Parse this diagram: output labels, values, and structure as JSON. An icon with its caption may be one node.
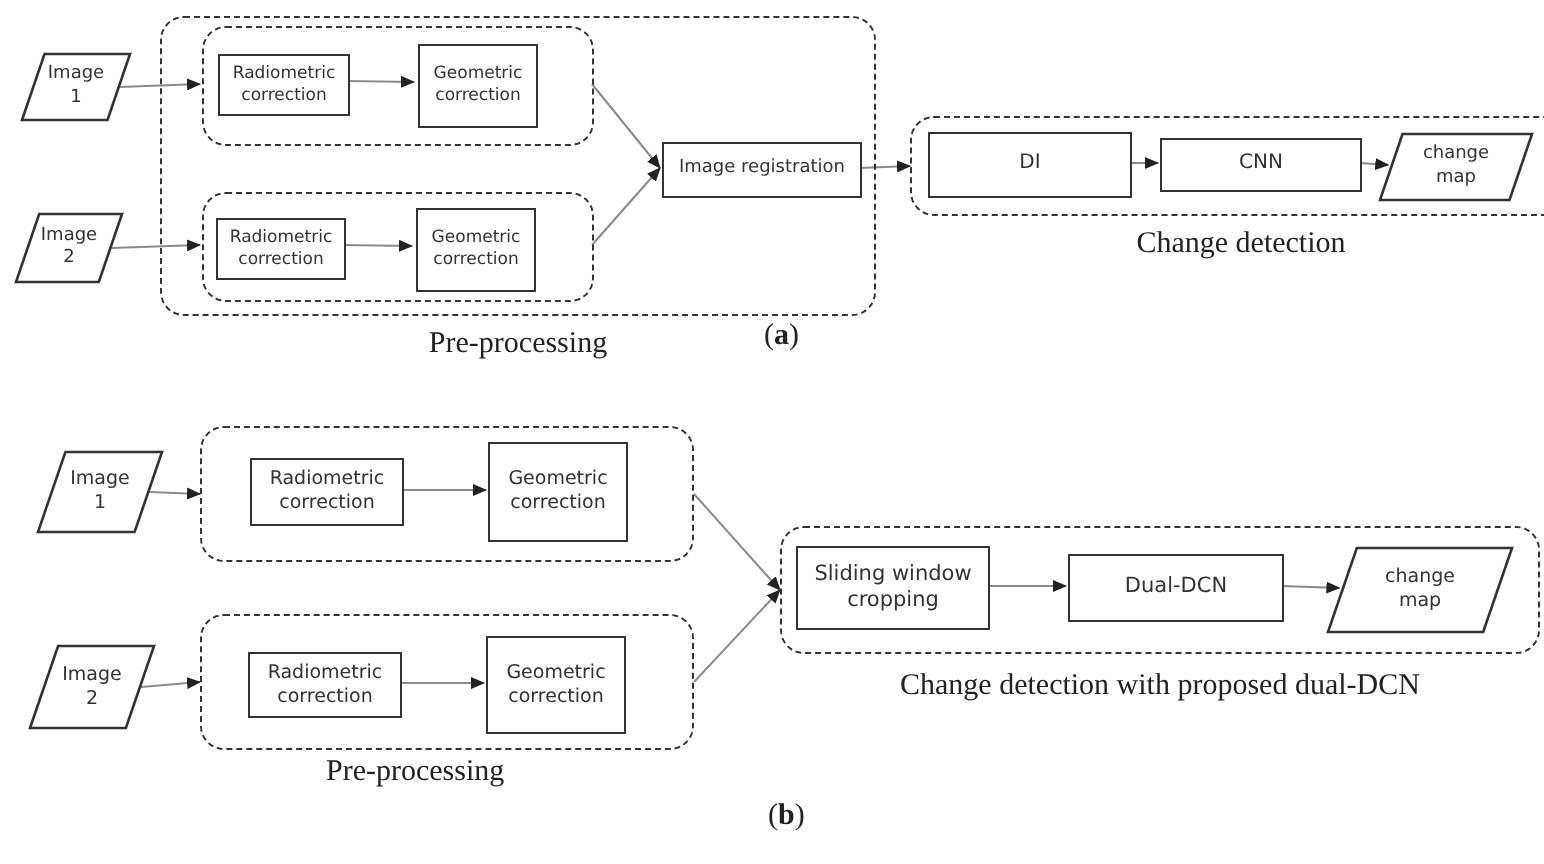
{
  "diagram": {
    "nodes": [
      {
        "text": [
          "Image 1"
        ]
      },
      {
        "text": [
          "Image 2"
        ]
      },
      {
        "text": [
          "Pre-processing"
        ]
      },
      {
        "text": [],
        "shape": "box",
        "in": 2
      },
      {
        "text": [
          "Radiometric correction"
        ],
        "in": 3
      },
      {
        "text": [
          "Geometric correction"
        ],
        "in": 3
      },
      {
        "text": [],
        "shape": "box",
        "in": 2
      },
      {
        "text": [
          "Radiometric correction"
        ],
        "in": 6
      },
      {
        "text": [
          "Geometric correction"
        ],
        "in": 6
      },
      {
        "text": [
          "Image registration"
        ],
        "in": 2
      },
      {
        "text": [
          "Change detection"
        ]
      },
      {
        "text": [
          "DI"
        ],
        "in": 10
      },
      {
        "text": [
          "CNN"
        ],
        "in": 10
      },
      {
        "text": [
          "change map"
        ],
        "in": 10
      },
      {
        "text": [
          "Image 1"
        ]
      },
      {
        "text": [
          "Image 2"
        ]
      },
      {
        "text": [],
        "shape": "box"
      },
      {
        "text": [
          "Radiometric correction"
        ],
        "in": 16
      },
      {
        "text": [
          "Geometric correction"
        ],
        "in": 16
      },
      {
        "text": [],
        "shape": "box"
      },
      {
        "text": [
          "Radiometric correction"
        ],
        "in": 19
      },
      {
        "text": [
          "Geometric correction"
        ],
        "in": 19
      },
      {
        "text": [
          "Change detection with proposed dual-DCN"
        ]
      },
      {
        "text": [
          "Sliding window cropping"
        ],
        "in": 22
      },
      {
        "text": [
          "Dual-DCN"
        ],
        "in": 22
      },
      {
        "text": [
          "change map"
        ],
        "in": 22
      }
    ],
    "edges": [
      {
        "from": 0,
        "to": 3,
        "arrow": "to"
      },
      {
        "from": 1,
        "to": 6,
        "arrow": "to"
      },
      {
        "from": 4,
        "to": 5,
        "arrow": "to"
      },
      {
        "from": 7,
        "to": 8,
        "arrow": "to"
      },
      {
        "from": 3,
        "to": 9,
        "arrow": "to"
      },
      {
        "from": 6,
        "to": 9,
        "arrow": "to"
      },
      {
        "from": 9,
        "to": 10,
        "arrow": "to"
      },
      {
        "from": 11,
        "to": 12,
        "arrow": "to"
      },
      {
        "from": 12,
        "to": 13,
        "arrow": "to"
      },
      {
        "from": 14,
        "to": 16,
        "arrow": "to"
      },
      {
        "from": 15,
        "to": 19,
        "arrow": "to"
      },
      {
        "from": 17,
        "to": 18,
        "arrow": "to"
      },
      {
        "from": 20,
        "to": 21,
        "arrow": "to"
      },
      {
        "from": 16,
        "to": 22,
        "arrow": "to"
      },
      {
        "from": 19,
        "to": 22,
        "arrow": "to"
      },
      {
        "from": 23,
        "to": 24,
        "arrow": "to"
      },
      {
        "from": 24,
        "to": 25,
        "arrow": "to"
      }
    ],
    "labels": [
      "(**a**)",
      "Pre-processing",
      "(**b**)"
    ]
  }
}
